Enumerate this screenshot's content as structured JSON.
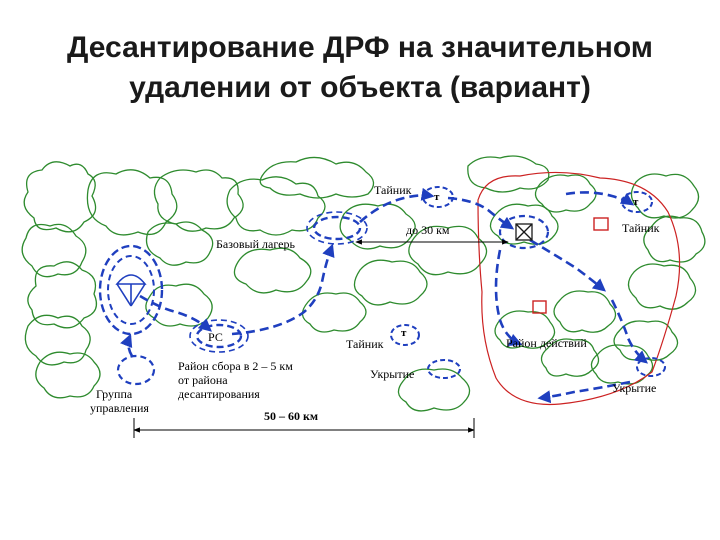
{
  "title": {
    "line1": "Десантирование ДРФ на значительном",
    "line2": "удалении от объекта (вариант)"
  },
  "labels": {
    "cache_top": "Тайник",
    "cache_right": "Тайник",
    "cache_mid": "Тайник",
    "cache_mark": "т",
    "base_camp": "Базовый лагерь",
    "up_to_30": "до 30 км",
    "rs": "РС",
    "assembly_area": [
      "Район сбора в 2 – 5 км",
      "от района",
      "десантирования"
    ],
    "control_group": [
      "Группа",
      "управления"
    ],
    "distance_50_60": "50 – 60 км",
    "shelter_mid": "Укрытие",
    "shelter_right": "Укрытие",
    "operation_area": "Район действий"
  },
  "colors": {
    "forest": "#2e8b2e",
    "route": "#1f3fbf",
    "area_border": "#cc2222",
    "dimension": "#000000"
  }
}
